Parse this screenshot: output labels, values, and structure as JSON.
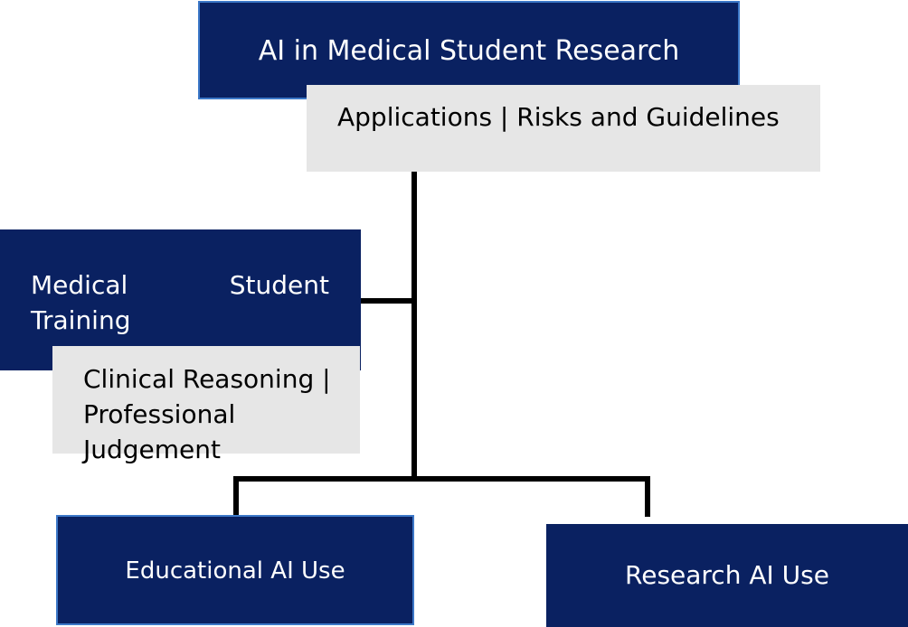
{
  "root": {
    "title": "AI in Medical Student Research",
    "subtitle": "Applications | Risks and Guidelines"
  },
  "middle": {
    "title": "Medical Student Training",
    "subtitle": "Clinical Reasoning | Professional Judgement"
  },
  "leaves": [
    {
      "label": "Educational AI Use"
    },
    {
      "label": "Research AI Use"
    }
  ],
  "colors": {
    "primary_box": "#0a2161",
    "secondary_box": "#e6e6e6",
    "connector": "#000000",
    "box_border": "#3c78c8"
  }
}
